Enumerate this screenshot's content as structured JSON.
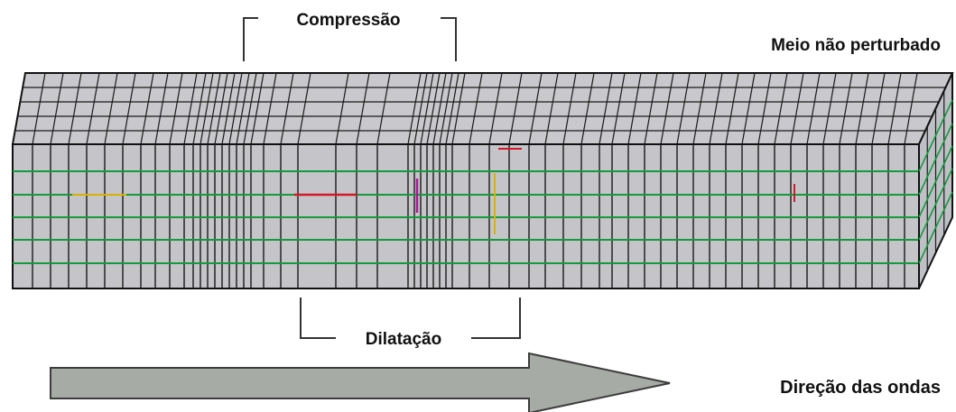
{
  "labels": {
    "compression": "Compressão",
    "undisturbed": "Meio não perturbado",
    "dilation": "Dilatação",
    "wave_direction": "Direção das ondas"
  },
  "colors": {
    "block_fill": "#c5c5c9",
    "top_fill": "#c9c9cd",
    "grid_line": "#1a1a1a",
    "row_line": "#129a3c",
    "arrow_fill": "#a6aba6",
    "arrow_stroke": "#3c3c3c",
    "bracket": "#333333",
    "accent_red": "#d01a2a",
    "accent_yellow": "#d8b200",
    "accent_magenta": "#b0169a"
  }
}
